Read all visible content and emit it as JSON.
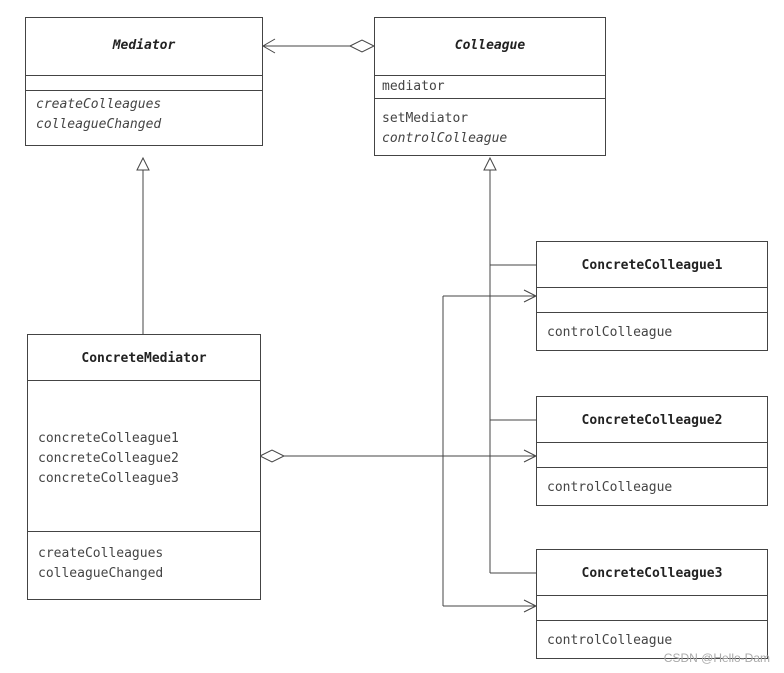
{
  "classes": {
    "mediator": {
      "name": "Mediator",
      "attributes": [],
      "methods": [
        "createColleagues",
        "colleagueChanged"
      ]
    },
    "colleague": {
      "name": "Colleague",
      "attributes": [
        "mediator"
      ],
      "methods": [
        "setMediator",
        "controlColleague"
      ]
    },
    "concrete_mediator": {
      "name": "ConcreteMediator",
      "attributes": [
        "concreteColleague1",
        "concreteColleague2",
        "concreteColleague3"
      ],
      "methods": [
        "createColleagues",
        "colleagueChanged"
      ]
    },
    "concrete_colleague1": {
      "name": "ConcreteColleague1",
      "methods": [
        "controlColleague"
      ]
    },
    "concrete_colleague2": {
      "name": "ConcreteColleague2",
      "methods": [
        "controlColleague"
      ]
    },
    "concrete_colleague3": {
      "name": "ConcreteColleague3",
      "methods": [
        "controlColleague"
      ]
    }
  },
  "watermark": "CSDN @Hello-Dam"
}
